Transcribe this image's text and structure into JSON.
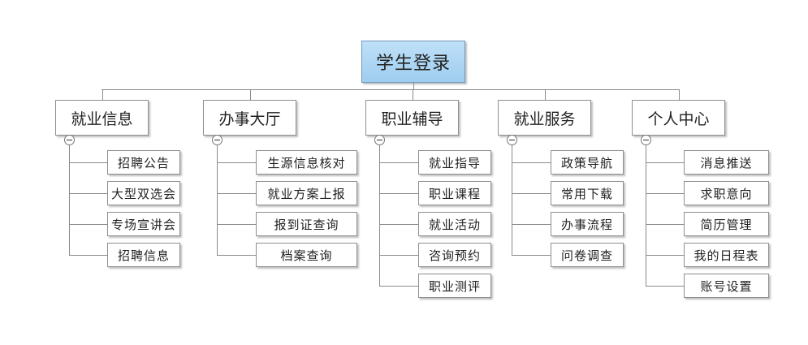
{
  "root": "学生登录",
  "categories": [
    {
      "label": "就业信息",
      "items": [
        "招聘公告",
        "大型双选会",
        "专场宣讲会",
        "招聘信息"
      ]
    },
    {
      "label": "办事大厅",
      "items": [
        "生源信息核对",
        "就业方案上报",
        "报到证查询",
        "档案查询"
      ]
    },
    {
      "label": "职业辅导",
      "items": [
        "就业指导",
        "职业课程",
        "就业活动",
        "咨询预约",
        "职业测评"
      ]
    },
    {
      "label": "就业服务",
      "items": [
        "政策导航",
        "常用下载",
        "办事流程",
        "问卷调查"
      ]
    },
    {
      "label": "个人中心",
      "items": [
        "消息推送",
        "求职意向",
        "简历管理",
        "我的日程表",
        "账号设置"
      ]
    }
  ]
}
